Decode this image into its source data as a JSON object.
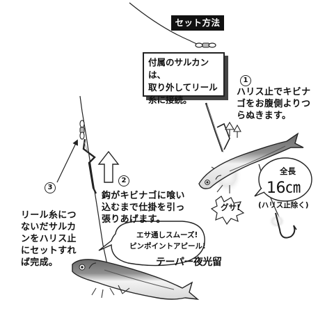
{
  "title": "セット方法",
  "callout_lines": [
    "付属のサルカンは、",
    "取り外してリール",
    "糸に接続。"
  ],
  "step1": {
    "number": "1",
    "lines": [
      "ハリス止でキビナ",
      "ゴをお腹側よりつ",
      "らぬきます。"
    ],
    "stab_label": "グサ!",
    "size_label": "全長",
    "size_value": "16㎝",
    "size_note": "(ハリス止除く)"
  },
  "step2": {
    "number": "2",
    "lines": [
      "鈎がキビナゴに喰い",
      "込むまで仕掛を引っ",
      "張りあげます。"
    ]
  },
  "step3": {
    "number": "3",
    "lines": [
      "リール糸につ",
      "ないだサルカ",
      "ンをハリス止",
      "にセットすれ",
      "ば完成。"
    ]
  },
  "bubble": {
    "lines": [
      "エサ通しスムーズ!",
      "ピンポイントアピール!"
    ],
    "product": "テーパー夜光留"
  }
}
